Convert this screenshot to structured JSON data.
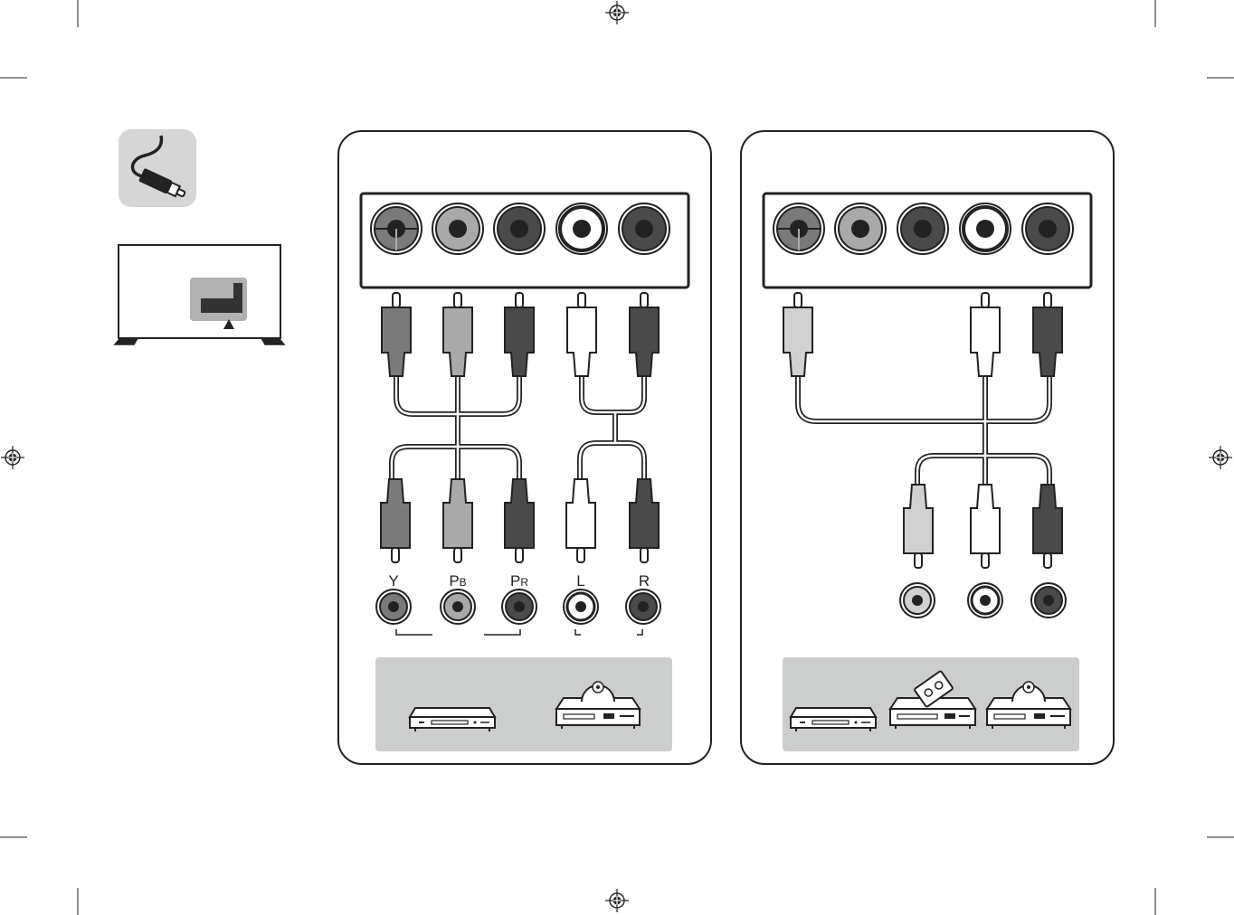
{
  "component_panel": {
    "labels": {
      "y": "Y",
      "pb_main": "P",
      "pb_sub": "B",
      "pr_main": "P",
      "pr_sub": "R",
      "l": "L",
      "r": "R"
    },
    "tv_ports": [
      "component-y-audio-l",
      "pb",
      "pr",
      "audio-l-white",
      "audio-r-red"
    ],
    "devices": [
      "dvd-player-icon",
      "disc-player-icon"
    ]
  },
  "av_panel": {
    "tv_ports": [
      "video-audio-l",
      "pb",
      "pr",
      "audio-l-white",
      "audio-r-red"
    ],
    "devices": [
      "dvd-player-icon",
      "vcr-icon",
      "disc-player-icon"
    ]
  },
  "colors": {
    "plug_green": "#7a7a7a",
    "plug_blue": "#a9a9a9",
    "plug_red": "#4a4a4a",
    "plug_white": "#ffffff",
    "plug_yellow": "#d0d0d0",
    "device_tray": "#cccdcd",
    "icon_bg": "#d6d6d6"
  },
  "icons": {
    "cable": "cable-icon",
    "tv_rear": "tv-rear-panel-icon",
    "registration": "registration-mark-icon"
  }
}
